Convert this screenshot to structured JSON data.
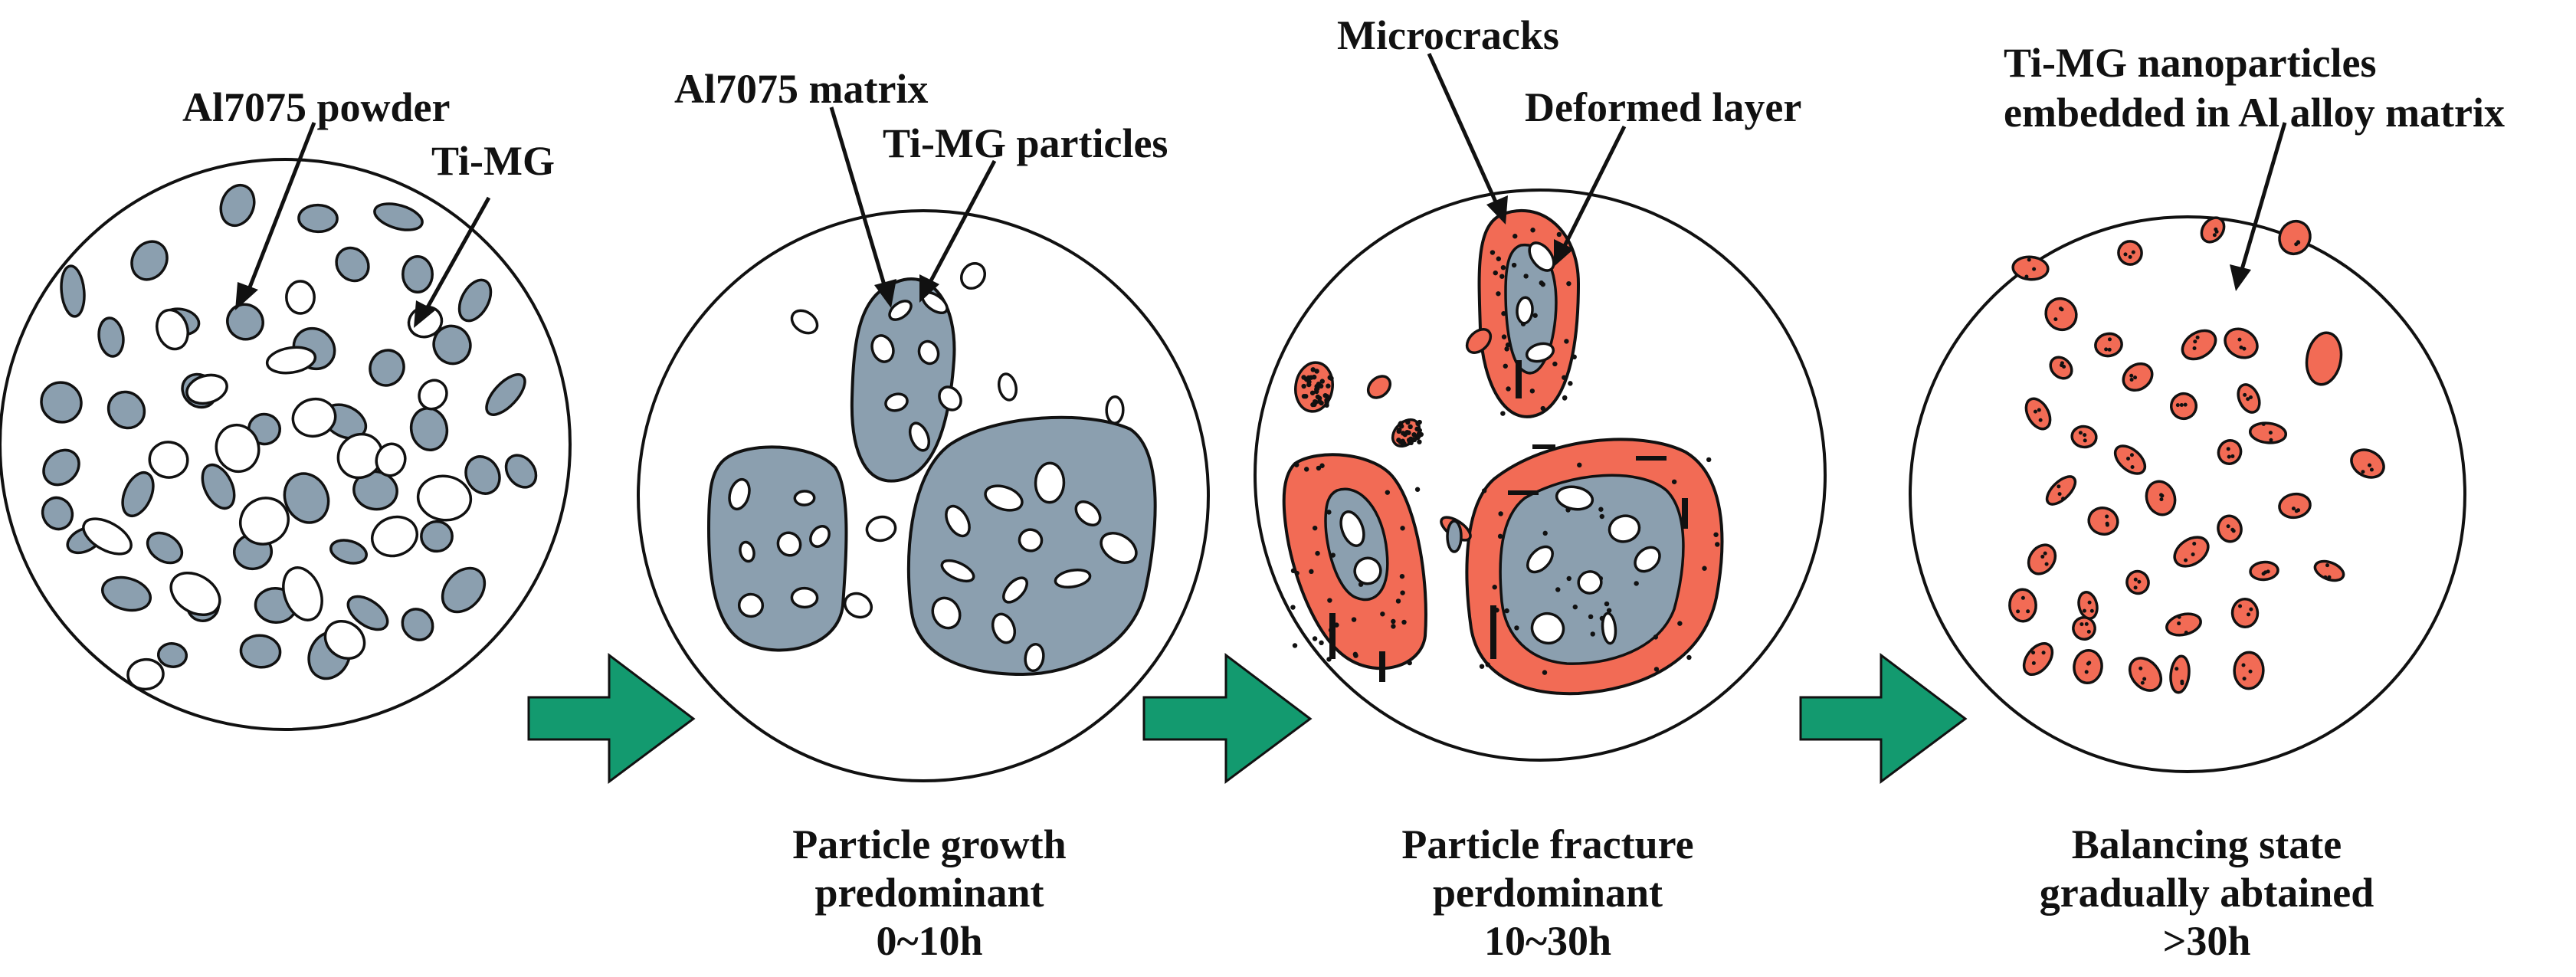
{
  "colors": {
    "al_fill": "#8b9faf",
    "ti_fill": "#ffffff",
    "deformed_fill": "#f26b55",
    "arrow_fill": "#139a6f",
    "stroke": "#111111"
  },
  "stage1": {
    "label_powder": "Al7075 powder",
    "label_timg": "Ti-MG"
  },
  "stage2": {
    "label_matrix": "Al7075 matrix",
    "label_particles": "Ti-MG particles",
    "caption": [
      "Particle growth",
      "predominant",
      "0~10h"
    ]
  },
  "stage3": {
    "label_microcracks": "Microcracks",
    "label_deformed": "Deformed layer",
    "caption": [
      "Particle fracture",
      "perdominant",
      "10~30h"
    ]
  },
  "stage4": {
    "label_nano": [
      "Ti-MG nanoparticles",
      "embedded in Al alloy matrix"
    ],
    "caption": [
      "Balancing  state",
      "gradually abtained",
      ">30h"
    ]
  },
  "arrows": [
    {
      "icon": "process-arrow-icon"
    },
    {
      "icon": "process-arrow-icon"
    },
    {
      "icon": "process-arrow-icon"
    }
  ]
}
